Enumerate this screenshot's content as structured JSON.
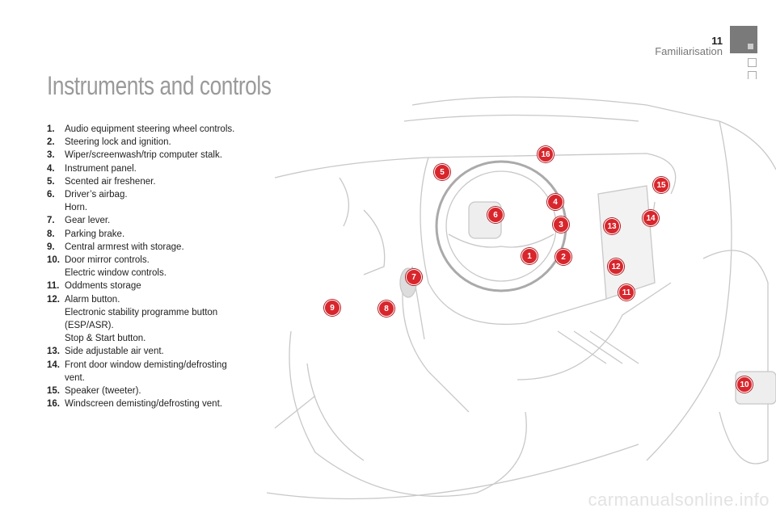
{
  "header": {
    "page_number": "11",
    "section": "Familiarisation"
  },
  "title": "Instruments and controls",
  "items": [
    {
      "num": "1.",
      "text": "Audio equipment steering wheel controls."
    },
    {
      "num": "2.",
      "text": "Steering lock and ignition."
    },
    {
      "num": "3.",
      "text": "Wiper/screenwash/trip computer stalk."
    },
    {
      "num": "4.",
      "text": "Instrument panel."
    },
    {
      "num": "5.",
      "text": "Scented air freshener."
    },
    {
      "num": "6.",
      "text": "Driver’s airbag."
    },
    {
      "num": "",
      "text": "Horn."
    },
    {
      "num": "7.",
      "text": "Gear lever."
    },
    {
      "num": "8.",
      "text": "Parking brake."
    },
    {
      "num": "9.",
      "text": "Central armrest with storage."
    },
    {
      "num": "10.",
      "text": "Door mirror controls."
    },
    {
      "num": "",
      "text": "Electric window controls."
    },
    {
      "num": "11.",
      "text": "Oddments storage"
    },
    {
      "num": "12.",
      "text": "Alarm button."
    },
    {
      "num": "",
      "text": "Electronic stability programme button"
    },
    {
      "num": "",
      "text": "(ESP/ASR)."
    },
    {
      "num": "",
      "text": "Stop & Start button."
    },
    {
      "num": "13.",
      "text": "Side adjustable air vent."
    },
    {
      "num": "14.",
      "text": "Front door window demisting/defrosting"
    },
    {
      "num": "",
      "text": "vent."
    },
    {
      "num": "15.",
      "text": "Speaker (tweeter)."
    },
    {
      "num": "16.",
      "text": "Windscreen demisting/defrosting vent."
    }
  ],
  "callouts": [
    "16",
    "5",
    "15",
    "4",
    "14",
    "6",
    "3",
    "13",
    "1",
    "2",
    "12",
    "7",
    "11",
    "9",
    "8",
    "10"
  ],
  "watermark": "carmanualsonline.info",
  "colors": {
    "callout": "#d8262c",
    "title": "#9a9a9a"
  }
}
